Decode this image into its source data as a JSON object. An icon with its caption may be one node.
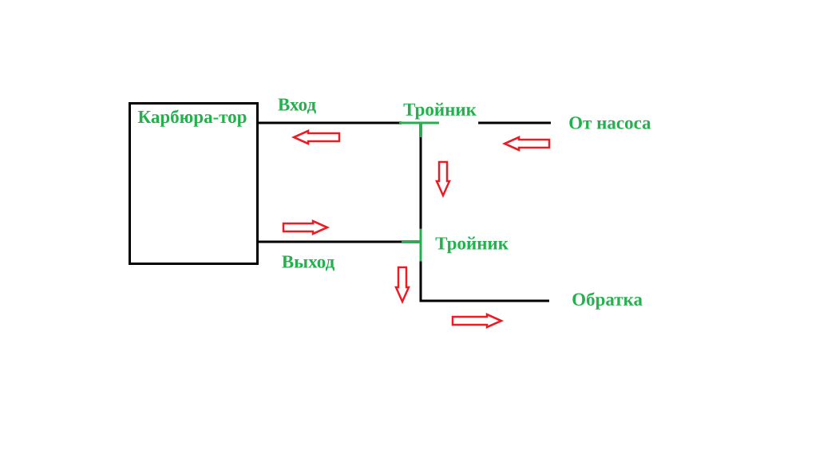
{
  "diagram": {
    "nodes": [
      {
        "text": [
          "Карбюра-тор"
        ]
      },
      {
        "text": [
          "Тройник"
        ]
      },
      {
        "text": [
          "От насоса"
        ]
      },
      {
        "text": [
          "Тройник"
        ]
      },
      {
        "text": [
          "Обратка"
        ]
      }
    ],
    "edges": [
      {
        "from": 2,
        "to": 1,
        "arrow": "none"
      },
      {
        "from": 1,
        "to": 0,
        "arrow": "none",
        "label": "Вход"
      },
      {
        "from": 0,
        "to": 3,
        "arrow": "none",
        "label": "Выход"
      },
      {
        "from": 1,
        "to": 3,
        "arrow": "none"
      },
      {
        "from": 3,
        "to": 4,
        "arrow": "none"
      }
    ]
  }
}
